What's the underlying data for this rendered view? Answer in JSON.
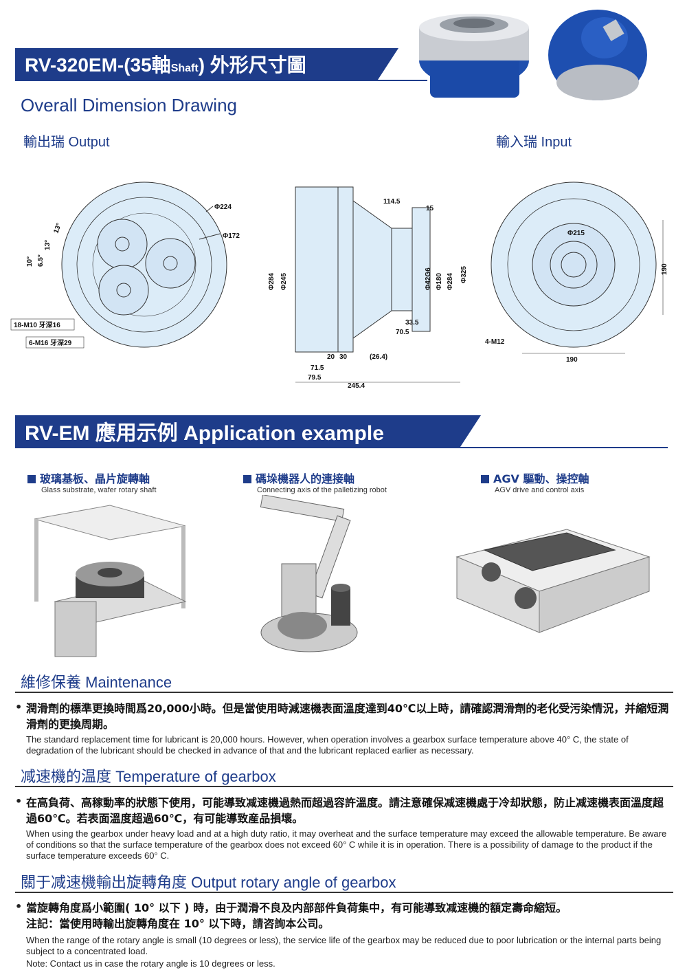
{
  "header": {
    "title_main": "RV-320EM-(35軸",
    "title_shaft": "Shaft",
    "title_end": ") 外形尺寸圖",
    "subtitle": "Overall Dimension Drawing",
    "output_label": "輸出瑞  Output",
    "input_label": "輸入瑞  Input"
  },
  "drawing": {
    "output_dims": [
      "Φ224",
      "Φ172",
      "10°",
      "6.5°",
      "13°",
      "13°",
      "18-M10 牙深16",
      "6-M16 牙深29"
    ],
    "side_dims": [
      "114.5",
      "15",
      "Φ284",
      "Φ245",
      "Φ42G6",
      "Φ180",
      "Φ284",
      "Φ325",
      "33.5",
      "70.5",
      "20",
      "30",
      "(26.4)",
      "71.5",
      "79.5",
      "245.4"
    ],
    "input_dims": [
      "Φ215",
      "190",
      "190",
      "4-M12"
    ]
  },
  "application": {
    "title": "RV-EM 應用示例 Application example",
    "items": [
      {
        "zh": "玻璃基板、晶片旋轉軸",
        "en": "Glass substrate, wafer rotary shaft"
      },
      {
        "zh": "碼垛機器人的連接軸",
        "en": "Connecting axis of the palletizing robot"
      },
      {
        "zh": "AGV 驅動、操控軸",
        "en": "AGV drive and control axis"
      }
    ]
  },
  "sections": {
    "maintenance": {
      "title": "維修保養  Maintenance",
      "zh": "潤滑劑的標準更換時間爲20,000小時。但是當使用時減速機表面溫度達到40℃以上時，請確認潤滑劑的老化受污染情況，并縮短潤滑劑的更換周期。",
      "en": "The standard replacement time for lubricant is 20,000 hours. However, when operation involves a gearbox surface temperature above 40°  C, the state of degradation of the lubricant should be checked in advance of that and the lubricant replaced earlier as necessary."
    },
    "temperature": {
      "title": "减速機的温度  Temperature of gearbox",
      "zh": "在高負荷、高稼動率的狀態下使用，可能導致减速機過熱而超過容許溫度。請注意確保减速機處于冷却狀態，防止减速機表面溫度超過60℃。若表面溫度超過60℃，有可能導致産品損壞。",
      "en": "When using the gearbox under heavy load and at a high duty ratio, it may overheat and the surface temperature may exceed the allowable temperature. Be aware of conditions so that the surface temperature of the gearbox does not exceed 60°  C while it is in operation. There is a possibility of damage to the product if the surface temperature exceeds 60°  C."
    },
    "rotary": {
      "title": "關于减速機輸出旋轉角度  Output rotary angle of gearbox",
      "zh1": "當旋轉角度爲小範圍( 10° 以下 ) 時，由于潤滑不良及内部部件負荷集中，有可能導致减速機的額定壽命縮短。",
      "zh2": "注記：當使用時輸出旋轉角度在 10° 以下時，請咨詢本公司。",
      "en": "When the range of the rotary angle is small (10 degrees or less), the service life of the gearbox may be reduced due to poor lubrication or the internal parts being subject to a concentrated load.",
      "en_note": "Note: Contact us in case the rotary angle is 10 degrees or less."
    }
  },
  "colors": {
    "brand": "#1e3c8a",
    "drawing_fill": "#dcecf8"
  }
}
